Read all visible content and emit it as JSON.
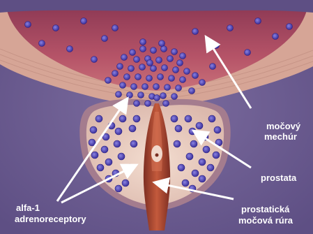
{
  "labels": {
    "bladder_line1": "močový",
    "bladder_line2": "mechúr",
    "prostate": "prostata",
    "receptors_line1": "alfa-1",
    "receptors_line2": "adrenoreceptory",
    "urethra_line1": "prostatická",
    "urethra_line2": "močová rúra"
  },
  "colors": {
    "background": "#6b5a8e",
    "bladder_muscle": "#b45565",
    "bladder_wall_outer": "#d9a99a",
    "prostate_tissue": "#e9cfc1",
    "prostate_capsule": "#a67d8f",
    "urethra": "#a0442e",
    "receptor_dot": "#4a3fa8",
    "label_text": "#ffffff"
  }
}
